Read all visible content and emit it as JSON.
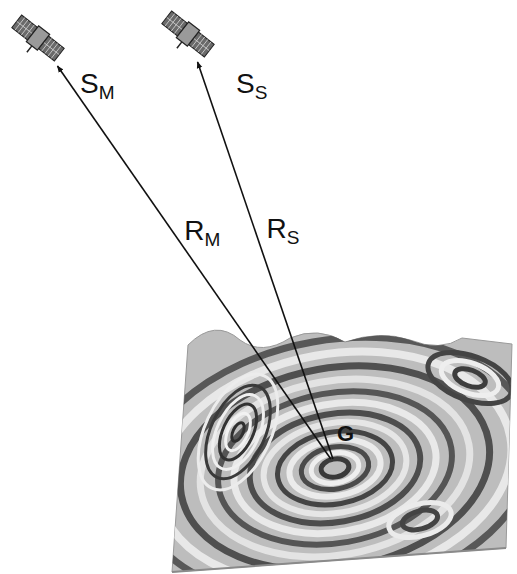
{
  "diagram": {
    "nodes": [
      {
        "text": [
          "SM"
        ]
      },
      {
        "text": [
          "SS"
        ]
      },
      {
        "text": [
          "G"
        ]
      }
    ],
    "edges": [
      {
        "from": 2,
        "to": 0,
        "arrow": "to",
        "label": "RM"
      },
      {
        "from": 2,
        "to": 1,
        "arrow": "to",
        "label": "RS"
      }
    ]
  }
}
